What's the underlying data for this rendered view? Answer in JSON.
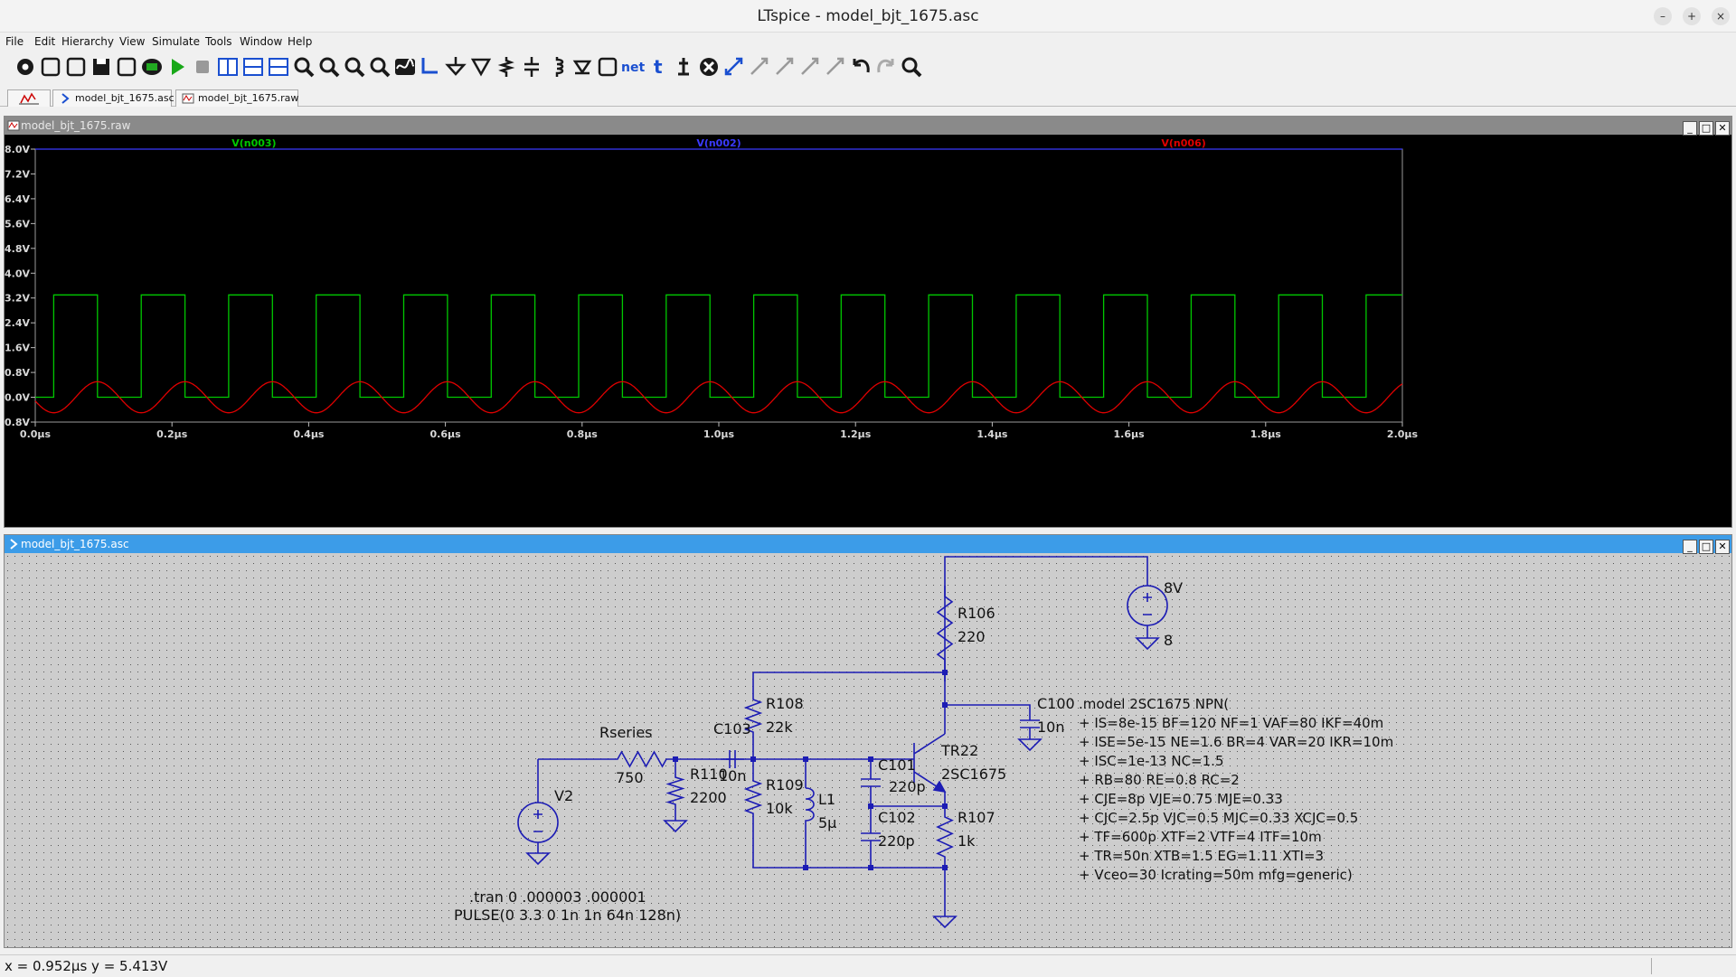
{
  "window": {
    "title": "LTspice - model_bjt_1675.asc",
    "buttons": [
      "–",
      "+",
      "×"
    ]
  },
  "menu": [
    "File",
    "Edit",
    "Hierarchy",
    "View",
    "Simulate",
    "Tools",
    "Window",
    "Help"
  ],
  "toolbar": [
    "settings-icon",
    "new-schematic-icon",
    "open-icon",
    "save-icon",
    "print-icon",
    "netlist-icon",
    "run-icon",
    "halt-icon",
    "tile-vertical-icon",
    "tile-horizontal-icon",
    "cascade-icon",
    "zoom-in-icon",
    "zoom-out-icon",
    "zoom-fit-icon",
    "zoom-extent-icon",
    "waveform-icon",
    "wire-icon",
    "ground-icon",
    "label-icon",
    "resistor-icon",
    "capacitor-icon",
    "inductor-icon",
    "diode-icon",
    "component-icon",
    "net-label-icon",
    "text-icon",
    "spice-directive-icon",
    "delete-icon",
    "move-icon",
    "drag-icon",
    "rotate-icon",
    "mirror-icon",
    "flip-icon",
    "undo-icon",
    "redo-icon",
    "find-icon"
  ],
  "tabs": [
    {
      "label": "model_bjt_1675.asc"
    },
    {
      "label": "model_bjt_1675.raw"
    }
  ],
  "waveform_window": {
    "title": "model_bjt_1675.raw"
  },
  "schematic_window": {
    "title": "model_bjt_1675.asc"
  },
  "chart_data": {
    "type": "line",
    "xlabel": "",
    "ylabel": "",
    "xlim": [
      0,
      2.0
    ],
    "ylim": [
      -0.8,
      8.0
    ],
    "x_ticks": [
      "0.0µs",
      "0.2µs",
      "0.4µs",
      "0.6µs",
      "0.8µs",
      "1.0µs",
      "1.2µs",
      "1.4µs",
      "1.6µs",
      "1.8µs",
      "2.0µs"
    ],
    "y_ticks": [
      "8.0V",
      "7.2V",
      "6.4V",
      "5.6V",
      "4.8V",
      "4.0V",
      "3.2V",
      "2.4V",
      "1.6V",
      "0.8V",
      "0.0V",
      "-0.8V"
    ],
    "grid": false,
    "series": [
      {
        "name": "V(n003)",
        "color": "#00c800",
        "kind": "pulse",
        "low": 0.0,
        "high": 3.3,
        "delay_us": 0.027,
        "period_us": 0.128,
        "width_us": 0.064
      },
      {
        "name": "V(n002)",
        "color": "#3a3aff",
        "kind": "constant",
        "value": 8.0
      },
      {
        "name": "V(n006)",
        "color": "#e00000",
        "kind": "sine",
        "offset": 0.0,
        "amplitude": 0.5,
        "period_us": 0.128
      }
    ]
  },
  "schematic": {
    "components": {
      "r106": {
        "name": "R106",
        "value": "220"
      },
      "v_supply": {
        "name": "8V",
        "value": "8"
      },
      "r108": {
        "name": "R108",
        "value": "22k"
      },
      "c103": {
        "name": "C103",
        "value": "10n"
      },
      "rseries": {
        "name": "Rseries",
        "value": "750"
      },
      "r110": {
        "name": "R110",
        "value": "2200"
      },
      "r109": {
        "name": "R109",
        "value": "10k"
      },
      "l1": {
        "name": "L1",
        "value": "5µ"
      },
      "c101": {
        "name": "C101",
        "value": "220p"
      },
      "c102": {
        "name": "C102",
        "value": "220p"
      },
      "tr22": {
        "name": "TR22",
        "value": "2SC1675"
      },
      "r107": {
        "name": "R107",
        "value": "1k"
      },
      "c100": {
        "name": "C100",
        "value": "10n"
      },
      "v2": {
        "name": "V2",
        "value": "PULSE(0 3.3 0 1n 1n 64n 128n)"
      }
    },
    "tran_directive": ".tran 0 .000003 .000001",
    "model_directive": [
      ".model 2SC1675 NPN(",
      "+ IS=8e-15 BF=120 NF=1 VAF=80 IKF=40m",
      "+ ISE=5e-15 NE=1.6 BR=4 VAR=20 IKR=10m",
      "+ ISC=1e-13 NC=1.5",
      "+ RB=80 RE=0.8 RC=2",
      "+ CJE=8p VJE=0.75 MJE=0.33",
      "+ CJC=2.5p VJC=0.5 MJC=0.33 XCJC=0.5",
      "+ TF=600p XTF=2 VTF=4 ITF=10m",
      "+ TR=50n XTB=1.5 EG=1.11 XTI=3",
      "+ Vceo=30 Icrating=50m mfg=generic)"
    ]
  },
  "status": {
    "cursor": "x = 0.952µs   y = 5.413V"
  }
}
